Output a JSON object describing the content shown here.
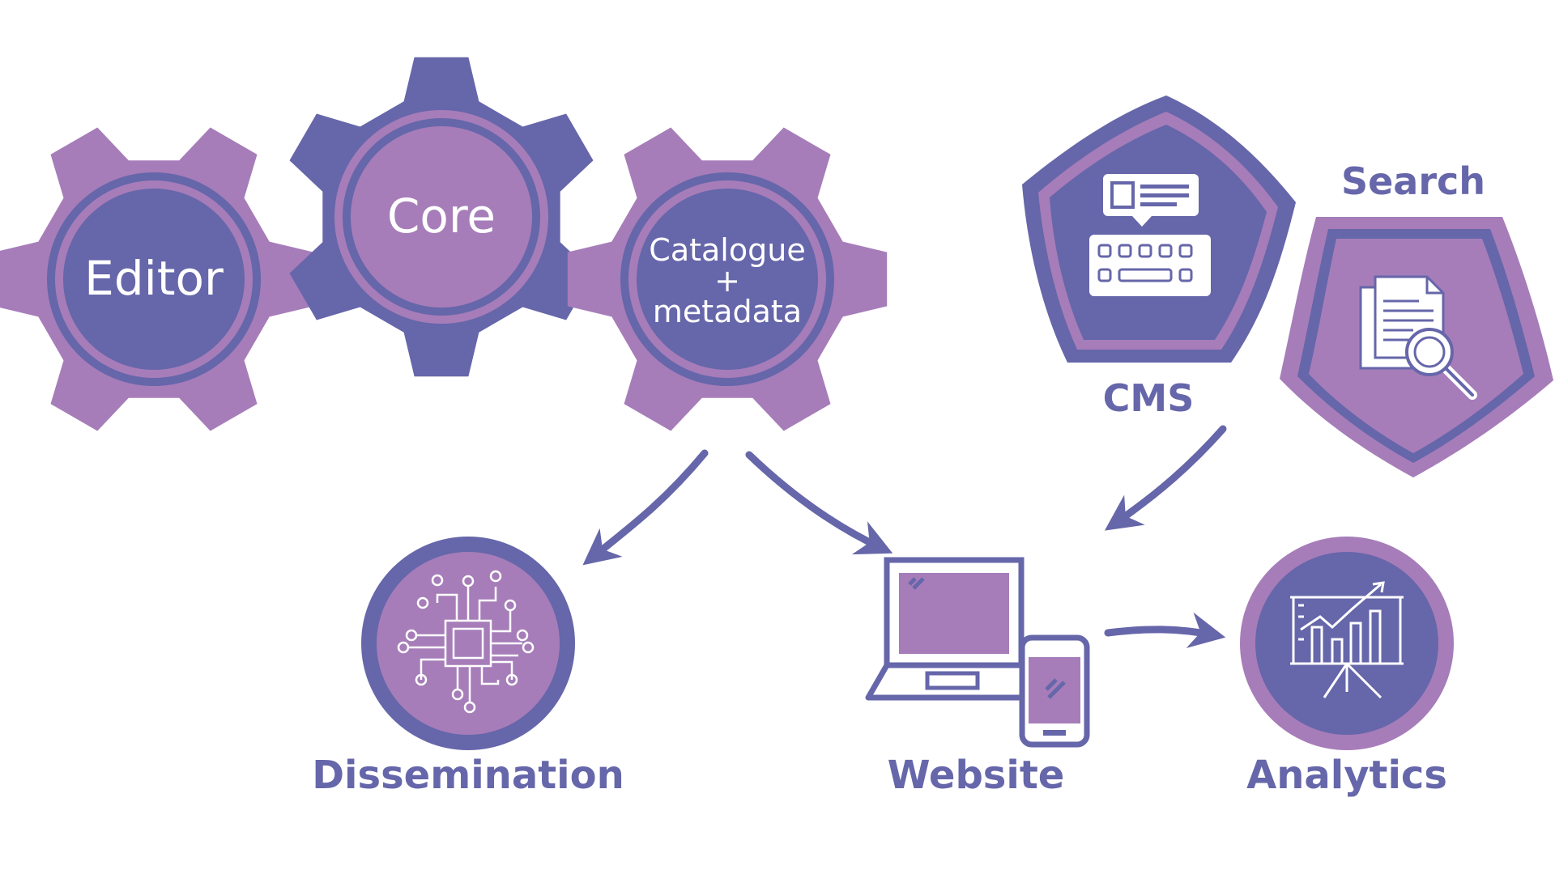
{
  "colors": {
    "purple_dark": "#6666aa",
    "purple_light": "#a67db9",
    "white": "#ffffff"
  },
  "gears": {
    "editor": {
      "label": "Editor"
    },
    "core": {
      "label": "Core"
    },
    "catalogue": {
      "line1": "Catalogue",
      "line2": "+",
      "line3": "metadata"
    }
  },
  "nodes": {
    "cms": {
      "label": "CMS",
      "icon": "keyboard-screen-icon"
    },
    "search": {
      "label": "Search",
      "icon": "document-magnifier-icon"
    },
    "dissemination": {
      "label": "Dissemination",
      "icon": "circuit-chip-icon"
    },
    "website": {
      "label": "Website",
      "icon": "laptop-phone-icon"
    },
    "analytics": {
      "label": "Analytics",
      "icon": "presentation-chart-icon"
    }
  }
}
